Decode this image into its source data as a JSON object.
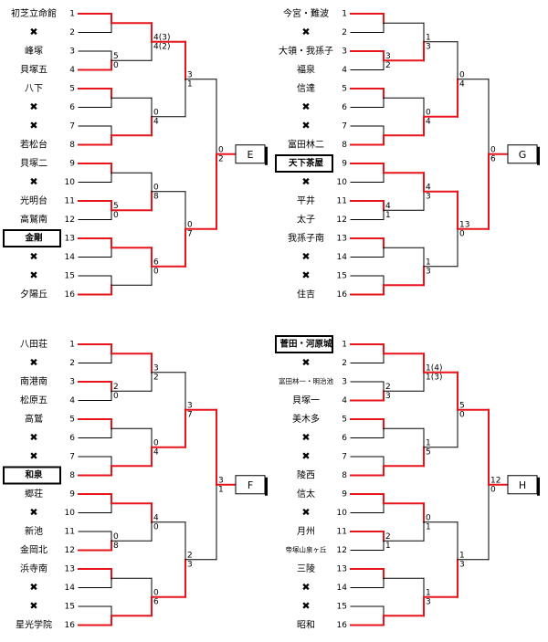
{
  "colors": {
    "win": "#e8141c",
    "lose": "#000000",
    "background": "#ffffff"
  },
  "brackets": [
    {
      "id": "E",
      "block_label": "E",
      "teams": [
        {
          "seed": "1",
          "name": "初芝立命館"
        },
        {
          "seed": "2",
          "name": "✖"
        },
        {
          "seed": "3",
          "name": "峰塚"
        },
        {
          "seed": "4",
          "name": "貝塚五"
        },
        {
          "seed": "5",
          "name": "八下"
        },
        {
          "seed": "6",
          "name": "✖"
        },
        {
          "seed": "7",
          "name": "✖"
        },
        {
          "seed": "8",
          "name": "若松台"
        },
        {
          "seed": "9",
          "name": "貝塚二"
        },
        {
          "seed": "10",
          "name": "✖"
        },
        {
          "seed": "11",
          "name": "光明台"
        },
        {
          "seed": "12",
          "name": "高鷲南"
        },
        {
          "seed": "13",
          "name": "金剛",
          "boxed": true
        },
        {
          "seed": "14",
          "name": "✖"
        },
        {
          "seed": "15",
          "name": "✖"
        },
        {
          "seed": "16",
          "name": "夕陽丘"
        }
      ],
      "r1": [
        {
          "winner": "top",
          "s1": "",
          "s2": ""
        },
        {
          "winner": "bottom",
          "s1": "5",
          "s2": "0"
        },
        {
          "winner": "top",
          "s1": "",
          "s2": ""
        },
        {
          "winner": "bottom",
          "s1": "",
          "s2": ""
        },
        {
          "winner": "top",
          "s1": "",
          "s2": ""
        },
        {
          "winner": "top",
          "s1": "5",
          "s2": "0"
        },
        {
          "winner": "top",
          "s1": "",
          "s2": ""
        },
        {
          "winner": "bottom",
          "s1": "",
          "s2": ""
        }
      ],
      "r2": [
        {
          "winner": "top",
          "s1": "4(3)",
          "s2": "4(2)"
        },
        {
          "winner": "bottom",
          "s1": "0",
          "s2": "4"
        },
        {
          "winner": "bottom",
          "s1": "0",
          "s2": "8"
        },
        {
          "winner": "top",
          "s1": "6",
          "s2": "0"
        }
      ],
      "r3": [
        {
          "winner": "top",
          "s1": "3",
          "s2": "1"
        },
        {
          "winner": "bottom",
          "s1": "0",
          "s2": "7"
        }
      ],
      "final": {
        "winner": "bottom",
        "s1": "0",
        "s2": "2"
      }
    },
    {
      "id": "G",
      "block_label": "G",
      "teams": [
        {
          "seed": "1",
          "name": "今宮・難波"
        },
        {
          "seed": "2",
          "name": "✖"
        },
        {
          "seed": "3",
          "name": "大領・我孫子"
        },
        {
          "seed": "4",
          "name": "福泉"
        },
        {
          "seed": "5",
          "name": "信達"
        },
        {
          "seed": "6",
          "name": "✖"
        },
        {
          "seed": "7",
          "name": "✖"
        },
        {
          "seed": "8",
          "name": "富田林二"
        },
        {
          "seed": "9",
          "name": "天下茶屋",
          "boxed": true
        },
        {
          "seed": "10",
          "name": "✖"
        },
        {
          "seed": "11",
          "name": "平井"
        },
        {
          "seed": "12",
          "name": "太子"
        },
        {
          "seed": "13",
          "name": "我孫子南"
        },
        {
          "seed": "14",
          "name": "✖"
        },
        {
          "seed": "15",
          "name": "✖"
        },
        {
          "seed": "16",
          "name": "住吉"
        }
      ],
      "r1": [
        {
          "winner": "top",
          "s1": "",
          "s2": ""
        },
        {
          "winner": "top",
          "s1": "3",
          "s2": "2"
        },
        {
          "winner": "top",
          "s1": "",
          "s2": ""
        },
        {
          "winner": "bottom",
          "s1": "",
          "s2": ""
        },
        {
          "winner": "top",
          "s1": "",
          "s2": ""
        },
        {
          "winner": "top",
          "s1": "4",
          "s2": "1"
        },
        {
          "winner": "top",
          "s1": "",
          "s2": ""
        },
        {
          "winner": "bottom",
          "s1": "",
          "s2": ""
        }
      ],
      "r2": [
        {
          "winner": "bottom",
          "s1": "1",
          "s2": "3"
        },
        {
          "winner": "bottom",
          "s1": "0",
          "s2": "4"
        },
        {
          "winner": "top",
          "s1": "4",
          "s2": "3"
        },
        {
          "winner": "bottom",
          "s1": "1",
          "s2": "3"
        }
      ],
      "r3": [
        {
          "winner": "bottom",
          "s1": "0",
          "s2": "4"
        },
        {
          "winner": "top",
          "s1": "13",
          "s2": "0"
        }
      ],
      "final": {
        "winner": "bottom",
        "s1": "0",
        "s2": "6"
      }
    },
    {
      "id": "F",
      "block_label": "F",
      "teams": [
        {
          "seed": "1",
          "name": "八田荘"
        },
        {
          "seed": "2",
          "name": "✖"
        },
        {
          "seed": "3",
          "name": "南港南"
        },
        {
          "seed": "4",
          "name": "松原五"
        },
        {
          "seed": "5",
          "name": "高鷲"
        },
        {
          "seed": "6",
          "name": "✖"
        },
        {
          "seed": "7",
          "name": "✖"
        },
        {
          "seed": "8",
          "name": "和泉",
          "boxed": true
        },
        {
          "seed": "9",
          "name": "郷荘"
        },
        {
          "seed": "10",
          "name": "✖"
        },
        {
          "seed": "11",
          "name": "新池"
        },
        {
          "seed": "12",
          "name": "金岡北"
        },
        {
          "seed": "13",
          "name": "浜寺南"
        },
        {
          "seed": "14",
          "name": "✖"
        },
        {
          "seed": "15",
          "name": "✖"
        },
        {
          "seed": "16",
          "name": "星光学院"
        }
      ],
      "r1": [
        {
          "winner": "top",
          "s1": "",
          "s2": ""
        },
        {
          "winner": "top",
          "s1": "2",
          "s2": "0"
        },
        {
          "winner": "top",
          "s1": "",
          "s2": ""
        },
        {
          "winner": "bottom",
          "s1": "",
          "s2": ""
        },
        {
          "winner": "top",
          "s1": "",
          "s2": ""
        },
        {
          "winner": "bottom",
          "s1": "0",
          "s2": "8"
        },
        {
          "winner": "top",
          "s1": "",
          "s2": ""
        },
        {
          "winner": "bottom",
          "s1": "",
          "s2": ""
        }
      ],
      "r2": [
        {
          "winner": "top",
          "s1": "3",
          "s2": "2"
        },
        {
          "winner": "bottom",
          "s1": "0",
          "s2": "4"
        },
        {
          "winner": "top",
          "s1": "4",
          "s2": "0"
        },
        {
          "winner": "bottom",
          "s1": "0",
          "s2": "6"
        }
      ],
      "r3": [
        {
          "winner": "bottom",
          "s1": "3",
          "s2": "7"
        },
        {
          "winner": "bottom",
          "s1": "2",
          "s2": "3"
        }
      ],
      "final": {
        "winner": "top",
        "s1": "3",
        "s2": "1"
      }
    },
    {
      "id": "H",
      "block_label": "H",
      "teams": [
        {
          "seed": "1",
          "name": "菅田・河原城",
          "boxed": true
        },
        {
          "seed": "2",
          "name": "✖"
        },
        {
          "seed": "3",
          "name": "富田林一・明治池",
          "small": true
        },
        {
          "seed": "4",
          "name": "貝塚一"
        },
        {
          "seed": "5",
          "name": "美木多"
        },
        {
          "seed": "6",
          "name": "✖"
        },
        {
          "seed": "7",
          "name": "✖"
        },
        {
          "seed": "8",
          "name": "陵西"
        },
        {
          "seed": "9",
          "name": "信太"
        },
        {
          "seed": "10",
          "name": "✖"
        },
        {
          "seed": "11",
          "name": "月州"
        },
        {
          "seed": "12",
          "name": "帝塚山泉ヶ丘",
          "small": true
        },
        {
          "seed": "13",
          "name": "三陵"
        },
        {
          "seed": "14",
          "name": "✖"
        },
        {
          "seed": "15",
          "name": "✖"
        },
        {
          "seed": "16",
          "name": "昭和"
        }
      ],
      "r1": [
        {
          "winner": "top",
          "s1": "",
          "s2": ""
        },
        {
          "winner": "bottom",
          "s1": "2",
          "s2": "3"
        },
        {
          "winner": "top",
          "s1": "",
          "s2": ""
        },
        {
          "winner": "bottom",
          "s1": "",
          "s2": ""
        },
        {
          "winner": "top",
          "s1": "",
          "s2": ""
        },
        {
          "winner": "top",
          "s1": "2",
          "s2": "1"
        },
        {
          "winner": "top",
          "s1": "",
          "s2": ""
        },
        {
          "winner": "bottom",
          "s1": "",
          "s2": ""
        }
      ],
      "r2": [
        {
          "winner": "top",
          "s1": "1(4)",
          "s2": "1(3)"
        },
        {
          "winner": "bottom",
          "s1": "1",
          "s2": "5"
        },
        {
          "winner": "top",
          "s1": "0",
          "s2": "1"
        },
        {
          "winner": "bottom",
          "s1": "1",
          "s2": "3"
        }
      ],
      "r3": [
        {
          "winner": "top",
          "s1": "5",
          "s2": "0"
        },
        {
          "winner": "bottom",
          "s1": "1",
          "s2": "3"
        }
      ],
      "final": {
        "winner": "top",
        "s1": "12",
        "s2": "0"
      }
    }
  ]
}
